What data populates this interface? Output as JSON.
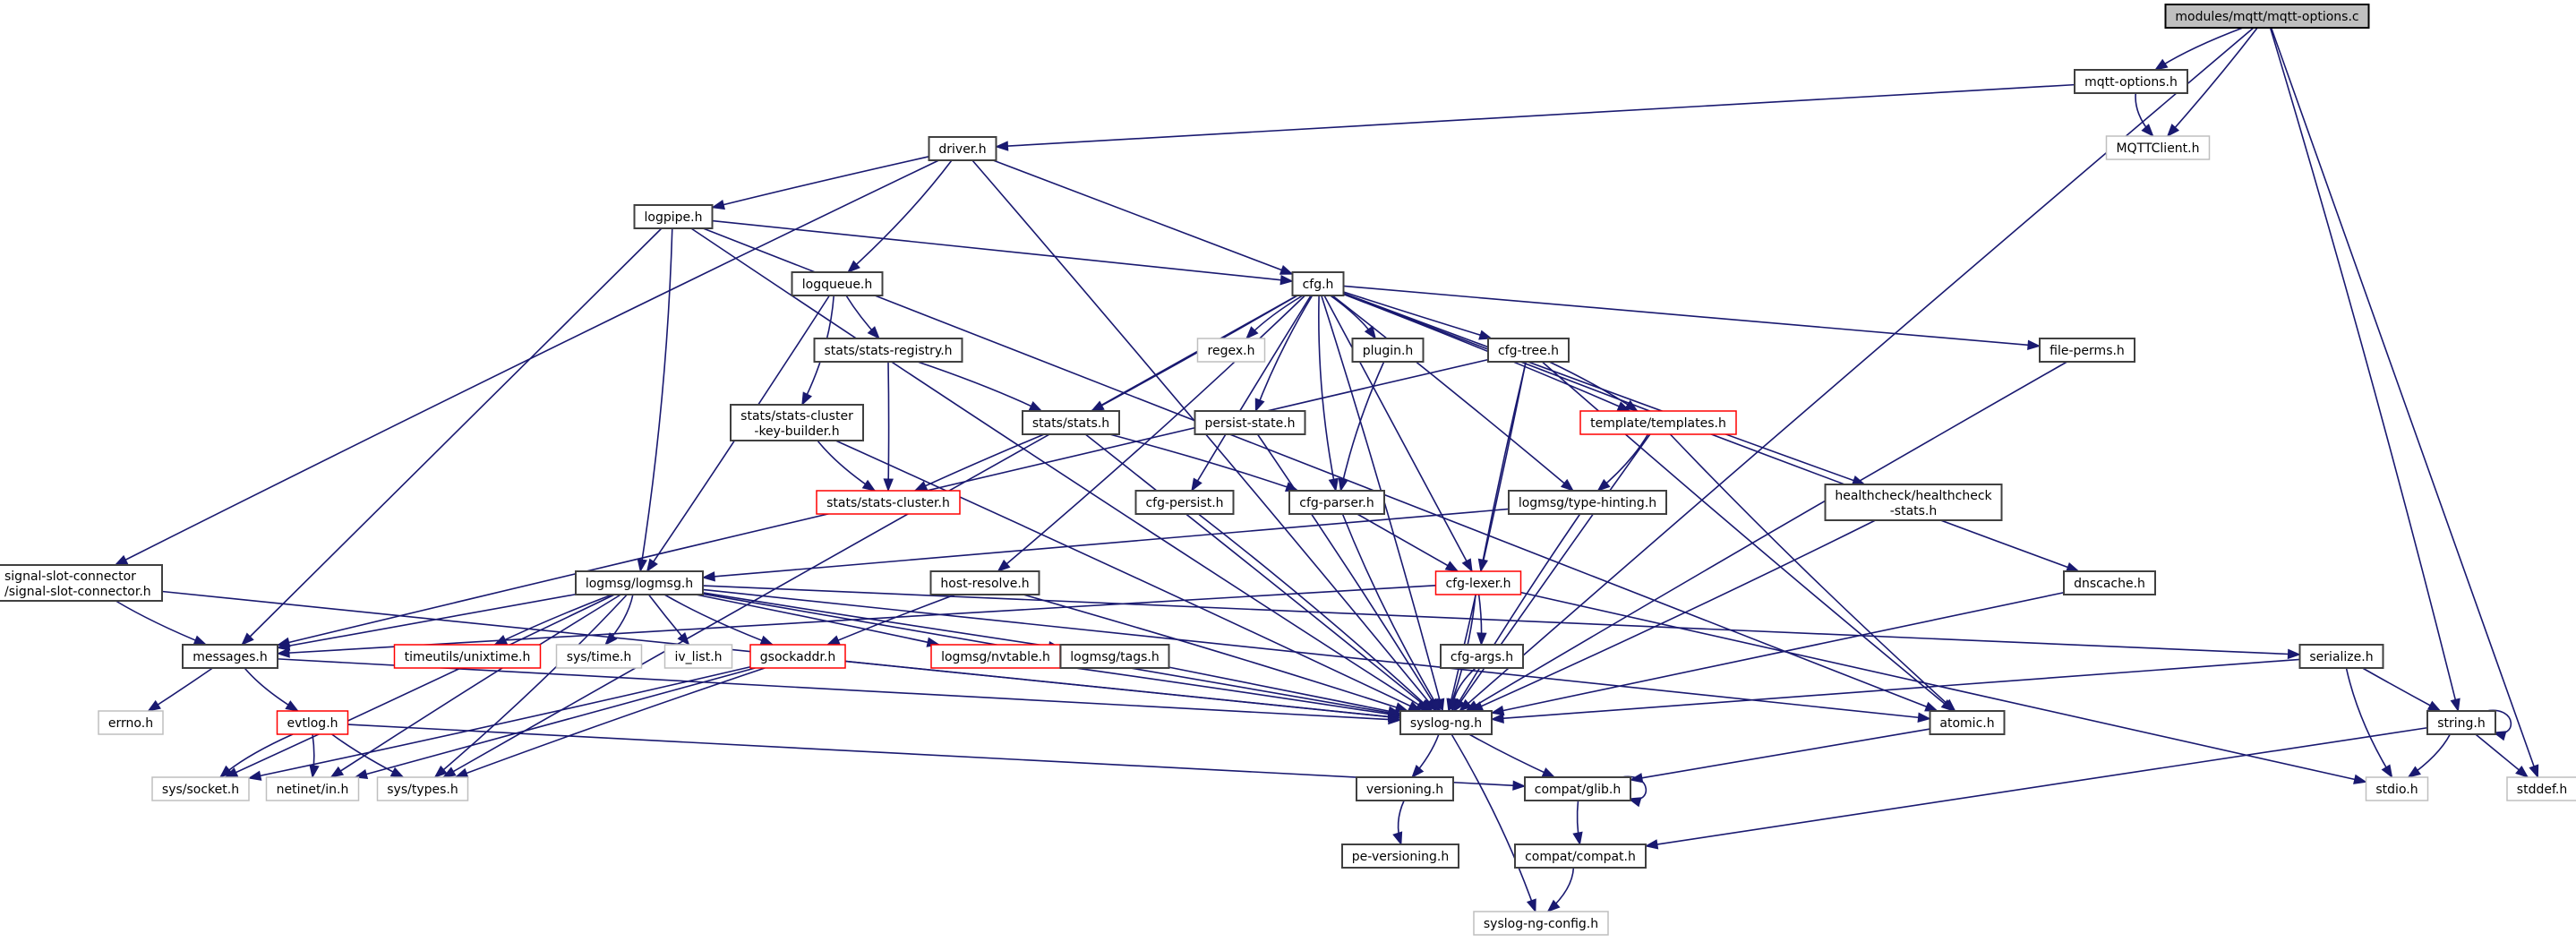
{
  "title": "Include dependency graph for modules/mqtt/mqtt-options.c",
  "legend_colors": {
    "edge": "#191970",
    "root_fill": "#bfbfbf",
    "documented_border": "#404040",
    "undocumented_border": "#bfbfbf",
    "truncated_border": "#ff0000"
  },
  "nodes": [
    {
      "id": "root",
      "label": [
        "modules/mqtt/mqtt-options.c"
      ],
      "kind": "root"
    },
    {
      "id": "mqtt_options_h",
      "label": [
        "mqtt-options.h"
      ],
      "kind": "normal"
    },
    {
      "id": "mqttclient_h",
      "label": [
        "MQTTClient.h"
      ],
      "kind": "missing"
    },
    {
      "id": "driver_h",
      "label": [
        "driver.h"
      ],
      "kind": "normal"
    },
    {
      "id": "logpipe_h",
      "label": [
        "logpipe.h"
      ],
      "kind": "normal"
    },
    {
      "id": "logqueue_h",
      "label": [
        "logqueue.h"
      ],
      "kind": "normal"
    },
    {
      "id": "cfg_h",
      "label": [
        "cfg.h"
      ],
      "kind": "normal"
    },
    {
      "id": "stats_registry_h",
      "label": [
        "stats/stats-registry.h"
      ],
      "kind": "normal"
    },
    {
      "id": "regex_h",
      "label": [
        "regex.h"
      ],
      "kind": "missing"
    },
    {
      "id": "plugin_h",
      "label": [
        "plugin.h"
      ],
      "kind": "normal"
    },
    {
      "id": "cfg_tree_h",
      "label": [
        "cfg-tree.h"
      ],
      "kind": "normal"
    },
    {
      "id": "file_perms_h",
      "label": [
        "file-perms.h"
      ],
      "kind": "normal"
    },
    {
      "id": "stats_ckb_h",
      "label": [
        "stats/stats-cluster",
        "-key-builder.h"
      ],
      "kind": "normal"
    },
    {
      "id": "stats_stats_h",
      "label": [
        "stats/stats.h"
      ],
      "kind": "normal"
    },
    {
      "id": "persist_state_h",
      "label": [
        "persist-state.h"
      ],
      "kind": "normal"
    },
    {
      "id": "templates_h",
      "label": [
        "template/templates.h"
      ],
      "kind": "truncated"
    },
    {
      "id": "stats_cluster_h",
      "label": [
        "stats/stats-cluster.h"
      ],
      "kind": "truncated"
    },
    {
      "id": "cfg_persist_h",
      "label": [
        "cfg-persist.h"
      ],
      "kind": "normal"
    },
    {
      "id": "cfg_parser_h",
      "label": [
        "cfg-parser.h"
      ],
      "kind": "normal"
    },
    {
      "id": "type_hinting_h",
      "label": [
        "logmsg/type-hinting.h"
      ],
      "kind": "normal"
    },
    {
      "id": "healthcheck_h",
      "label": [
        "healthcheck/healthcheck",
        "-stats.h"
      ],
      "kind": "normal"
    },
    {
      "id": "signal_slot_h",
      "label": [
        "signal-slot-connector",
        "/signal-slot-connector.h"
      ],
      "kind": "normal"
    },
    {
      "id": "logmsg_h",
      "label": [
        "logmsg/logmsg.h"
      ],
      "kind": "normal"
    },
    {
      "id": "host_resolve_h",
      "label": [
        "host-resolve.h"
      ],
      "kind": "normal"
    },
    {
      "id": "cfg_lexer_h",
      "label": [
        "cfg-lexer.h"
      ],
      "kind": "truncated"
    },
    {
      "id": "dnscache_h",
      "label": [
        "dnscache.h"
      ],
      "kind": "normal"
    },
    {
      "id": "messages_h",
      "label": [
        "messages.h"
      ],
      "kind": "normal"
    },
    {
      "id": "unixtime_h",
      "label": [
        "timeutils/unixtime.h"
      ],
      "kind": "truncated"
    },
    {
      "id": "sys_time_h",
      "label": [
        "sys/time.h"
      ],
      "kind": "missing"
    },
    {
      "id": "iv_list_h",
      "label": [
        "iv_list.h"
      ],
      "kind": "missing"
    },
    {
      "id": "gsockaddr_h",
      "label": [
        "gsockaddr.h"
      ],
      "kind": "truncated"
    },
    {
      "id": "nvtable_h",
      "label": [
        "logmsg/nvtable.h"
      ],
      "kind": "truncated"
    },
    {
      "id": "tags_h",
      "label": [
        "logmsg/tags.h"
      ],
      "kind": "normal"
    },
    {
      "id": "cfg_args_h",
      "label": [
        "cfg-args.h"
      ],
      "kind": "normal"
    },
    {
      "id": "serialize_h",
      "label": [
        "serialize.h"
      ],
      "kind": "normal"
    },
    {
      "id": "errno_h",
      "label": [
        "errno.h"
      ],
      "kind": "missing"
    },
    {
      "id": "evtlog_h",
      "label": [
        "evtlog.h"
      ],
      "kind": "truncated"
    },
    {
      "id": "syslog_ng_h",
      "label": [
        "syslog-ng.h"
      ],
      "kind": "normal"
    },
    {
      "id": "atomic_h",
      "label": [
        "atomic.h"
      ],
      "kind": "normal"
    },
    {
      "id": "string_h",
      "label": [
        "string.h"
      ],
      "kind": "normal"
    },
    {
      "id": "sys_socket_h",
      "label": [
        "sys/socket.h"
      ],
      "kind": "missing"
    },
    {
      "id": "netinet_in_h",
      "label": [
        "netinet/in.h"
      ],
      "kind": "missing"
    },
    {
      "id": "sys_types_h",
      "label": [
        "sys/types.h"
      ],
      "kind": "missing"
    },
    {
      "id": "versioning_h",
      "label": [
        "versioning.h"
      ],
      "kind": "normal"
    },
    {
      "id": "compat_glib_h",
      "label": [
        "compat/glib.h"
      ],
      "kind": "normal"
    },
    {
      "id": "stdio_h",
      "label": [
        "stdio.h"
      ],
      "kind": "missing"
    },
    {
      "id": "stddef_h",
      "label": [
        "stddef.h"
      ],
      "kind": "missing"
    },
    {
      "id": "pe_versioning_h",
      "label": [
        "pe-versioning.h"
      ],
      "kind": "normal"
    },
    {
      "id": "compat_compat_h",
      "label": [
        "compat/compat.h"
      ],
      "kind": "normal"
    },
    {
      "id": "syslog_ng_config_h",
      "label": [
        "syslog-ng-config.h"
      ],
      "kind": "missing"
    }
  ],
  "edges": [
    [
      "root",
      "mqtt_options_h"
    ],
    [
      "root",
      "mqttclient_h"
    ],
    [
      "root",
      "syslog_ng_h"
    ],
    [
      "root",
      "string_h"
    ],
    [
      "root",
      "stddef_h"
    ],
    [
      "mqtt_options_h",
      "mqttclient_h"
    ],
    [
      "mqtt_options_h",
      "driver_h"
    ],
    [
      "driver_h",
      "logpipe_h"
    ],
    [
      "driver_h",
      "logqueue_h"
    ],
    [
      "driver_h",
      "cfg_h"
    ],
    [
      "driver_h",
      "signal_slot_h"
    ],
    [
      "driver_h",
      "syslog_ng_h"
    ],
    [
      "logpipe_h",
      "cfg_h"
    ],
    [
      "logpipe_h",
      "logmsg_h"
    ],
    [
      "logpipe_h",
      "messages_h"
    ],
    [
      "logpipe_h",
      "syslog_ng_h"
    ],
    [
      "logpipe_h",
      "atomic_h"
    ],
    [
      "logqueue_h",
      "stats_registry_h"
    ],
    [
      "logqueue_h",
      "stats_ckb_h"
    ],
    [
      "logqueue_h",
      "logmsg_h"
    ],
    [
      "cfg_h",
      "regex_h"
    ],
    [
      "cfg_h",
      "plugin_h"
    ],
    [
      "cfg_h",
      "cfg_tree_h"
    ],
    [
      "cfg_h",
      "file_perms_h"
    ],
    [
      "cfg_h",
      "stats_stats_h"
    ],
    [
      "cfg_h",
      "persist_state_h"
    ],
    [
      "cfg_h",
      "templates_h"
    ],
    [
      "cfg_h",
      "cfg_persist_h"
    ],
    [
      "cfg_h",
      "cfg_parser_h"
    ],
    [
      "cfg_h",
      "type_hinting_h"
    ],
    [
      "cfg_h",
      "healthcheck_h"
    ],
    [
      "cfg_h",
      "host_resolve_h"
    ],
    [
      "cfg_h",
      "cfg_lexer_h"
    ],
    [
      "cfg_h",
      "dnscache_h"
    ],
    [
      "cfg_h",
      "syslog_ng_h"
    ],
    [
      "cfg_h",
      "sys_types_h"
    ],
    [
      "stats_registry_h",
      "stats_stats_h"
    ],
    [
      "stats_registry_h",
      "stats_cluster_h"
    ],
    [
      "stats_ckb_h",
      "stats_cluster_h"
    ],
    [
      "stats_ckb_h",
      "syslog_ng_h"
    ],
    [
      "stats_stats_h",
      "stats_cluster_h"
    ],
    [
      "stats_stats_h",
      "cfg_parser_h"
    ],
    [
      "stats_stats_h",
      "syslog_ng_h"
    ],
    [
      "plugin_h",
      "cfg_parser_h"
    ],
    [
      "cfg_tree_h",
      "templates_h"
    ],
    [
      "cfg_tree_h",
      "cfg_lexer_h"
    ],
    [
      "cfg_tree_h",
      "messages_h"
    ],
    [
      "cfg_tree_h",
      "syslog_ng_h"
    ],
    [
      "cfg_tree_h",
      "atomic_h"
    ],
    [
      "templates_h",
      "type_hinting_h"
    ],
    [
      "templates_h",
      "syslog_ng_h"
    ],
    [
      "templates_h",
      "atomic_h"
    ],
    [
      "persist_state_h",
      "syslog_ng_h"
    ],
    [
      "file_perms_h",
      "syslog_ng_h"
    ],
    [
      "cfg_persist_h",
      "syslog_ng_h"
    ],
    [
      "cfg_parser_h",
      "cfg_lexer_h"
    ],
    [
      "cfg_parser_h",
      "syslog_ng_h"
    ],
    [
      "type_hinting_h",
      "logmsg_h"
    ],
    [
      "type_hinting_h",
      "syslog_ng_h"
    ],
    [
      "healthcheck_h",
      "syslog_ng_h"
    ],
    [
      "dnscache_h",
      "syslog_ng_h"
    ],
    [
      "signal_slot_h",
      "messages_h"
    ],
    [
      "signal_slot_h",
      "syslog_ng_h"
    ],
    [
      "host_resolve_h",
      "gsockaddr_h"
    ],
    [
      "host_resolve_h",
      "syslog_ng_h"
    ],
    [
      "cfg_lexer_h",
      "cfg_args_h"
    ],
    [
      "cfg_lexer_h",
      "messages_h"
    ],
    [
      "cfg_lexer_h",
      "syslog_ng_h"
    ],
    [
      "cfg_lexer_h",
      "stdio_h"
    ],
    [
      "cfg_args_h",
      "syslog_ng_h"
    ],
    [
      "logmsg_h",
      "messages_h"
    ],
    [
      "logmsg_h",
      "unixtime_h"
    ],
    [
      "logmsg_h",
      "sys_time_h"
    ],
    [
      "logmsg_h",
      "iv_list_h"
    ],
    [
      "logmsg_h",
      "gsockaddr_h"
    ],
    [
      "logmsg_h",
      "nvtable_h"
    ],
    [
      "logmsg_h",
      "tags_h"
    ],
    [
      "logmsg_h",
      "serialize_h"
    ],
    [
      "logmsg_h",
      "syslog_ng_h"
    ],
    [
      "logmsg_h",
      "atomic_h"
    ],
    [
      "logmsg_h",
      "sys_socket_h"
    ],
    [
      "logmsg_h",
      "netinet_in_h"
    ],
    [
      "logmsg_h",
      "sys_types_h"
    ],
    [
      "messages_h",
      "errno_h"
    ],
    [
      "messages_h",
      "evtlog_h"
    ],
    [
      "messages_h",
      "syslog_ng_h"
    ],
    [
      "gsockaddr_h",
      "syslog_ng_h"
    ],
    [
      "gsockaddr_h",
      "sys_socket_h"
    ],
    [
      "gsockaddr_h",
      "netinet_in_h"
    ],
    [
      "gsockaddr_h",
      "sys_types_h"
    ],
    [
      "nvtable_h",
      "syslog_ng_h"
    ],
    [
      "tags_h",
      "syslog_ng_h"
    ],
    [
      "evtlog_h",
      "sys_socket_h"
    ],
    [
      "evtlog_h",
      "netinet_in_h"
    ],
    [
      "evtlog_h",
      "sys_types_h"
    ],
    [
      "evtlog_h",
      "compat_glib_h"
    ],
    [
      "serialize_h",
      "string_h"
    ],
    [
      "serialize_h",
      "stdio_h"
    ],
    [
      "serialize_h",
      "syslog_ng_h"
    ],
    [
      "string_h",
      "string_h"
    ],
    [
      "string_h",
      "stdio_h"
    ],
    [
      "string_h",
      "stddef_h"
    ],
    [
      "string_h",
      "compat_compat_h"
    ],
    [
      "syslog_ng_h",
      "versioning_h"
    ],
    [
      "syslog_ng_h",
      "compat_glib_h"
    ],
    [
      "syslog_ng_h",
      "syslog_ng_config_h"
    ],
    [
      "atomic_h",
      "compat_glib_h"
    ],
    [
      "versioning_h",
      "pe_versioning_h"
    ],
    [
      "compat_glib_h",
      "compat_glib_h"
    ],
    [
      "compat_glib_h",
      "compat_compat_h"
    ],
    [
      "compat_compat_h",
      "syslog_ng_config_h"
    ]
  ]
}
